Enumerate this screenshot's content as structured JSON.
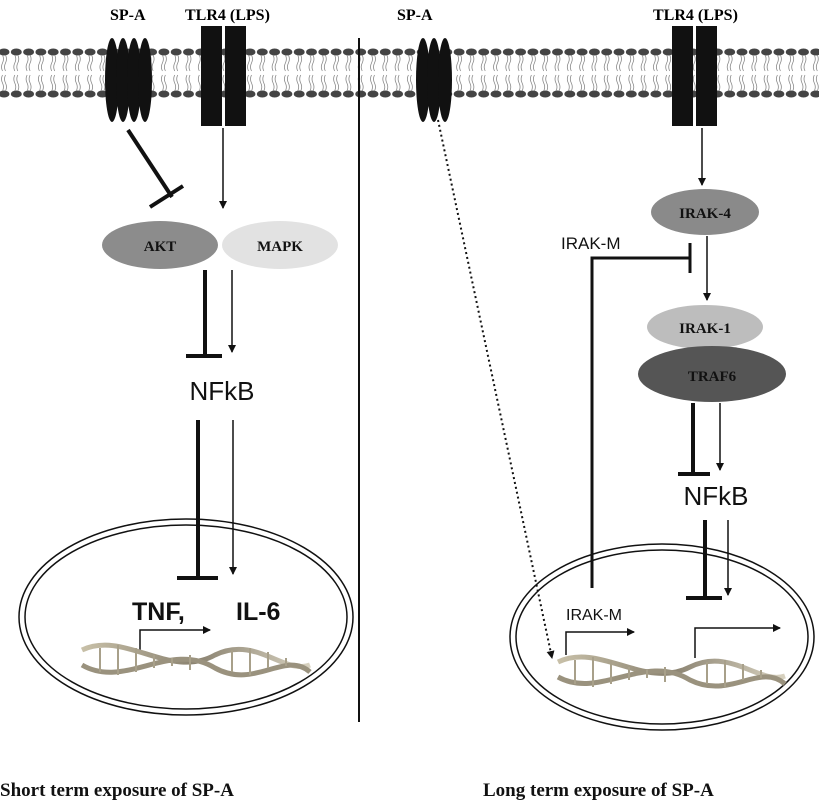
{
  "left_panel": {
    "receptor_spa_label": "SP-A",
    "receptor_tlr4_label": "TLR4 (LPS)",
    "akt_label": "AKT",
    "mapk_label": "MAPK",
    "nfkb_label": "NFkB",
    "gene_tnf_label": "TNF,",
    "gene_il6_label": "IL-6",
    "caption": "Short term exposure of SP-A"
  },
  "right_panel": {
    "receptor_spa_label": "SP-A",
    "receptor_tlr4_label": "TLR4 (LPS)",
    "irak4_label": "IRAK-4",
    "irakm_inhibitor_label": "IRAK-M",
    "irak1_label": "IRAK-1",
    "traf6_label": "TRAF6",
    "nfkb_label": "NFkB",
    "gene_irakm_label": "IRAK-M",
    "caption": "Long term exposure of SP-A"
  },
  "colors": {
    "akt": "#8c8c8c",
    "mapk": "#e2e2e2",
    "irak4": "#8a8a8a",
    "irak1": "#bdbdbd",
    "traf6": "#555555",
    "receptor": "#111111"
  }
}
